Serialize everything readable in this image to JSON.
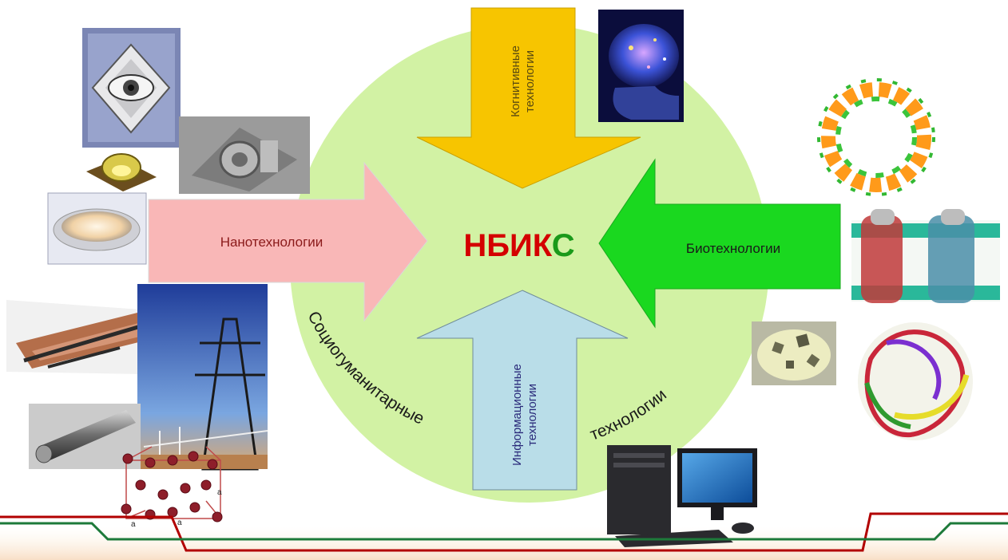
{
  "center_label": {
    "nbik": "НБИК",
    "s": "С"
  },
  "arrows": {
    "nano": "Нанотехнологии",
    "bio": "Биотехнологии",
    "cogno_line1": "Когнитивные",
    "cogno_line2": "технологии",
    "info_line1": "Информационные",
    "info_line2": "технологии"
  },
  "arc_text": {
    "left": "Социогуманитарные",
    "right": "технологии"
  },
  "crystal_labels": [
    "a",
    "a",
    "a"
  ],
  "colors": {
    "circle": "#d2f2a4",
    "nano_arrow": "#f9b7b7",
    "bio_arrow": "#1ad81f",
    "cogno_arrow": "#f7c500",
    "info_arrow": "#b9dde8",
    "nbik_red": "#d40000",
    "s_green": "#1a9a1a",
    "line_red": "#b20000",
    "line_green": "#1d7a3a"
  },
  "images": {
    "eye_chip": "eye-chip-image",
    "brain": "brain-image",
    "microstructure": "microstructure-image",
    "led_lamp": "led-lamp-image",
    "cable": "cable-image",
    "power_tower": "power-tower-image",
    "cylinder": "metal-cylinder-image",
    "crystal_lattice": "crystal-lattice-image",
    "protein_ring": "protein-ring-image",
    "membrane": "membrane-protein-image",
    "protein_ribbon": "protein-ribbon-image",
    "cubes": "crystal-cubes-image",
    "computer": "computer-image"
  }
}
